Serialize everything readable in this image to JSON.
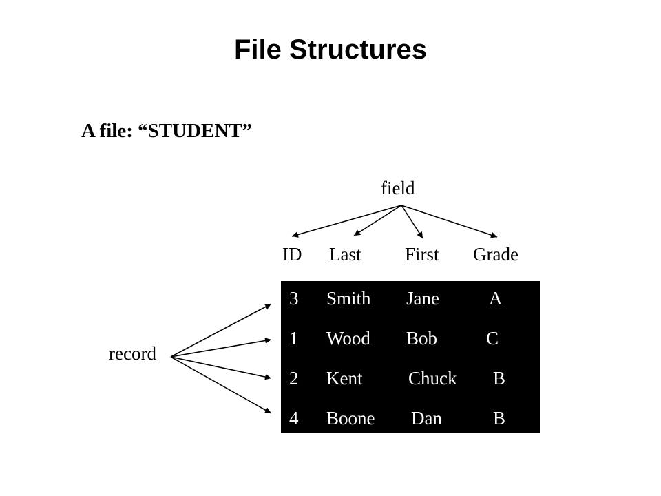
{
  "title": "File Structures",
  "subtitle": "A file: “STUDENT”",
  "field_label": "field",
  "record_label": "record",
  "columns": [
    "ID",
    "Last",
    "First",
    "Grade"
  ],
  "records": [
    [
      "3",
      "Smith",
      "Jane",
      "A"
    ],
    [
      "1",
      "Wood",
      "Bob",
      "C"
    ],
    [
      "2",
      "Kent",
      "Chuck",
      "B"
    ],
    [
      "4",
      "Boone",
      "Dan",
      "B"
    ]
  ],
  "colors": {
    "box": "#000000",
    "box_text": "#ffffff",
    "text": "#000000"
  }
}
